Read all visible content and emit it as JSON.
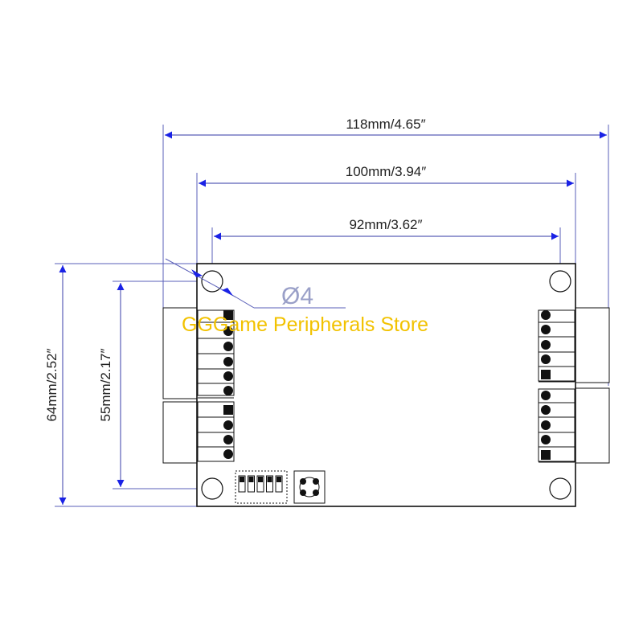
{
  "dimensions": {
    "width_overall": "118mm/4.65″",
    "width_board": "100mm/3.94″",
    "width_holes": "92mm/3.62″",
    "height_overall": "64mm/2.52″",
    "height_holes": "55mm/2.17″",
    "hole_diameter": "Ø4"
  },
  "watermark": "GGGame Peripherals Store",
  "colors": {
    "dimension_line": "#5a5fb8",
    "arrow": "#1a22e6",
    "board_outline": "#111111",
    "watermark": "#f2c200"
  }
}
